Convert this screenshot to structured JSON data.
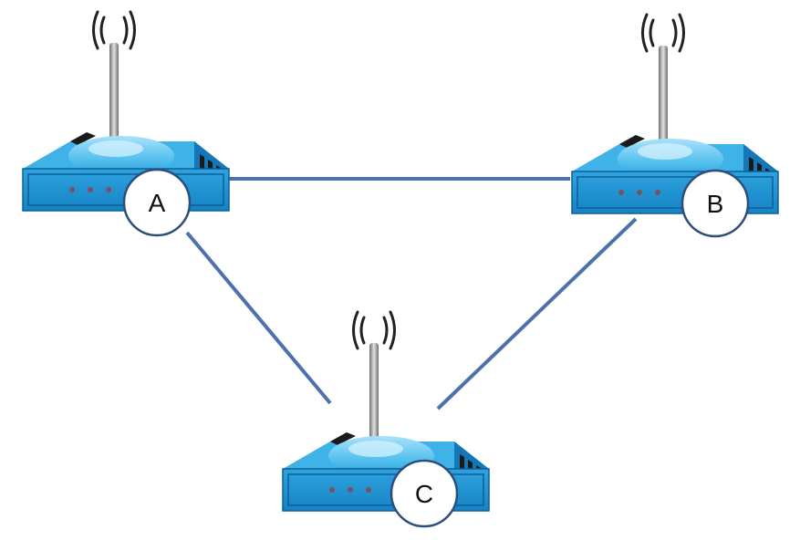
{
  "colors": {
    "link": "#4d72ab",
    "router_top": "#3fb3e8",
    "router_front": "#1f8fcf",
    "router_side": "#1478b8",
    "router_dark": "#0e5f95",
    "label_circle_fill": "#ffffff",
    "label_circle_stroke": "#2d4e79",
    "antenna": "#8c8c8c",
    "signal_waves": "#222222",
    "led": "#7a5060"
  },
  "nodes": [
    {
      "id": "A",
      "label": "A",
      "icon": "wireless-router-icon"
    },
    {
      "id": "B",
      "label": "B",
      "icon": "wireless-router-icon"
    },
    {
      "id": "C",
      "label": "C",
      "icon": "wireless-router-icon"
    }
  ],
  "links": [
    {
      "from": "A",
      "to": "B"
    },
    {
      "from": "A",
      "to": "C"
    },
    {
      "from": "B",
      "to": "C"
    }
  ]
}
